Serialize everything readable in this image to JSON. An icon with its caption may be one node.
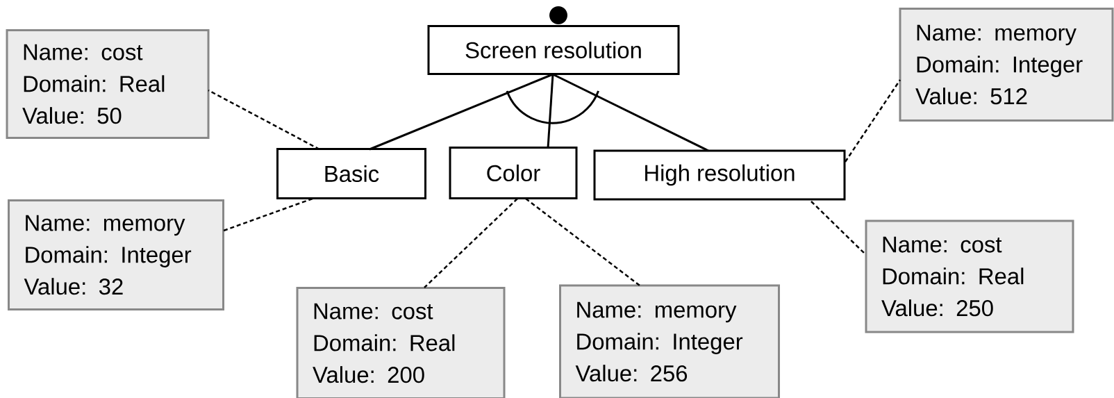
{
  "diagram": {
    "nodes": [
      {
        "text": [
          "Screen resolution"
        ]
      },
      {
        "text": [
          "Basic"
        ]
      },
      {
        "text": [
          "Color"
        ]
      },
      {
        "text": [
          "High resolution"
        ]
      },
      {
        "text": [
          "Name: cost",
          "Domain: Real",
          "Value: 50"
        ]
      },
      {
        "text": [
          "Name: memory",
          "Domain: Integer",
          "Value: 32"
        ]
      },
      {
        "text": [
          "Name: cost",
          "Domain: Real",
          "Value: 200"
        ]
      },
      {
        "text": [
          "Name: memory",
          "Domain: Integer",
          "Value: 256"
        ]
      },
      {
        "text": [
          "Name: memory",
          "Domain: Integer",
          "Value: 512"
        ]
      },
      {
        "text": [
          "Name: cost",
          "Domain: Real",
          "Value: 250"
        ]
      }
    ],
    "edges": [
      {
        "from": 0,
        "to": 1,
        "arrow": "none"
      },
      {
        "from": 0,
        "to": 2,
        "arrow": "none"
      },
      {
        "from": 0,
        "to": 3,
        "arrow": "none"
      },
      {
        "from": 1,
        "to": 4,
        "arrow": "none",
        "style": "dashed"
      },
      {
        "from": 1,
        "to": 5,
        "arrow": "none",
        "style": "dashed"
      },
      {
        "from": 2,
        "to": 6,
        "arrow": "none",
        "style": "dashed"
      },
      {
        "from": 2,
        "to": 7,
        "arrow": "none",
        "style": "dashed"
      },
      {
        "from": 3,
        "to": 8,
        "arrow": "none",
        "style": "dashed"
      },
      {
        "from": 3,
        "to": 9,
        "arrow": "none",
        "style": "dashed"
      }
    ]
  }
}
